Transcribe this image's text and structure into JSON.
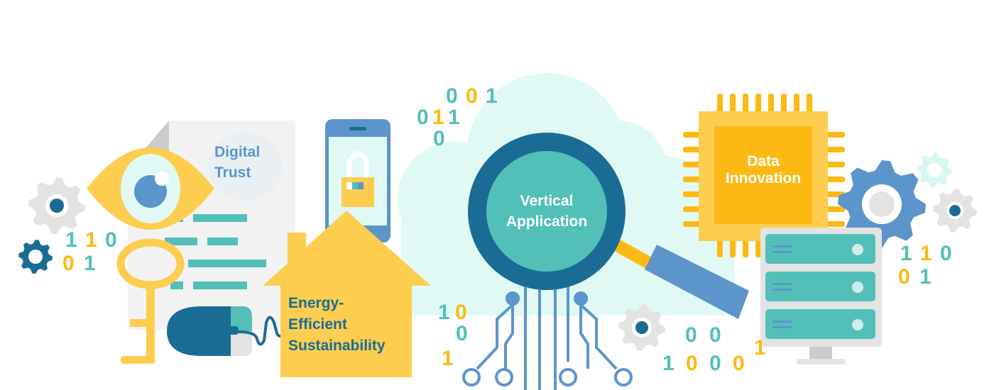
{
  "labels": {
    "digital_trust": [
      "Digital",
      "Trust"
    ],
    "energy": [
      "Energy-",
      "Efficient",
      "Sustainability"
    ],
    "vertical": [
      "Vertical",
      "Application"
    ],
    "data_innovation": [
      "Data",
      "Innovation"
    ]
  },
  "colors": {
    "teal": "#52c0b8",
    "yellow": "#fdb913",
    "light_yellow": "#fdcd50",
    "dark_blue": "#1b6c95",
    "mid_blue": "#5b95cb",
    "cloud": "#e0f9f5",
    "gray": "#e5e5e5"
  },
  "binary_digits": [
    {
      "text": "110",
      "colors": [
        "teal",
        "yellow",
        "teal"
      ]
    },
    {
      "text": "01",
      "colors": [
        "yellow",
        "teal"
      ]
    },
    {
      "text": "001",
      "colors": [
        "teal",
        "yellow",
        "teal"
      ]
    },
    {
      "text": "011",
      "colors": [
        "teal",
        "yellow",
        "teal"
      ]
    },
    {
      "text": "0",
      "colors": [
        "teal"
      ]
    },
    {
      "text": "10",
      "colors": [
        "teal",
        "yellow"
      ]
    },
    {
      "text": "0",
      "colors": [
        "teal"
      ]
    },
    {
      "text": "1",
      "colors": [
        "yellow"
      ]
    },
    {
      "text": "110",
      "colors": [
        "teal",
        "yellow",
        "teal"
      ]
    },
    {
      "text": "01",
      "colors": [
        "yellow",
        "teal"
      ]
    },
    {
      "text": "00",
      "colors": [
        "teal",
        "teal"
      ]
    },
    {
      "text": "1000",
      "colors": [
        "teal",
        "yellow",
        "teal",
        "yellow"
      ]
    },
    {
      "text": "1",
      "colors": [
        "yellow"
      ]
    }
  ]
}
